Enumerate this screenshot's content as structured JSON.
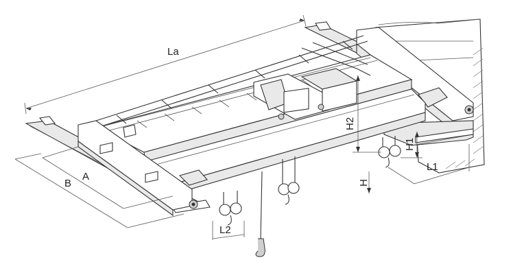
{
  "diagram": {
    "labels": {
      "la": "La",
      "a": "A",
      "b": "B",
      "h2": "H2",
      "h1": "H1",
      "h": "H",
      "l1": "L1",
      "l2": "L2"
    }
  }
}
